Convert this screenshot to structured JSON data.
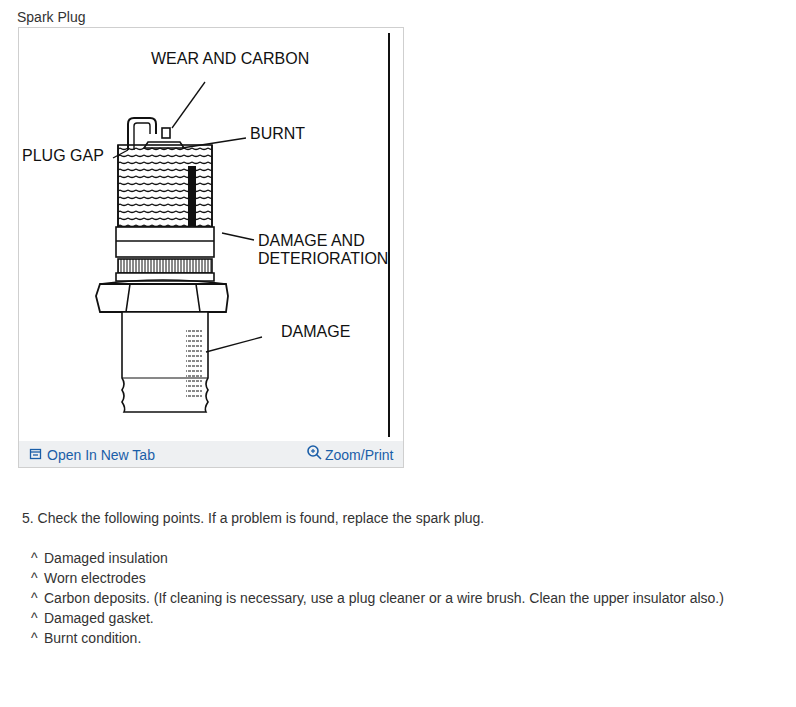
{
  "diagram": {
    "title": "Spark Plug",
    "labels": [
      "WEAR AND CARBON",
      "BURNT",
      "PLUG GAP",
      "DAMAGE AND DETERIORATION",
      "DAMAGE",
      "Open In New Tab",
      "Zoom/Print",
      "5. Check the following points. If a problem is found, replace the spark plug.",
      "^",
      "Damaged insulation",
      "^",
      "Worn electrodes",
      "^",
      "Carbon deposits. (If cleaning is necessary, use a plug cleaner or a wire brush. Clean the upper insulator also.)",
      "^",
      "Damaged gasket.",
      "^",
      "Burnt condition."
    ]
  }
}
